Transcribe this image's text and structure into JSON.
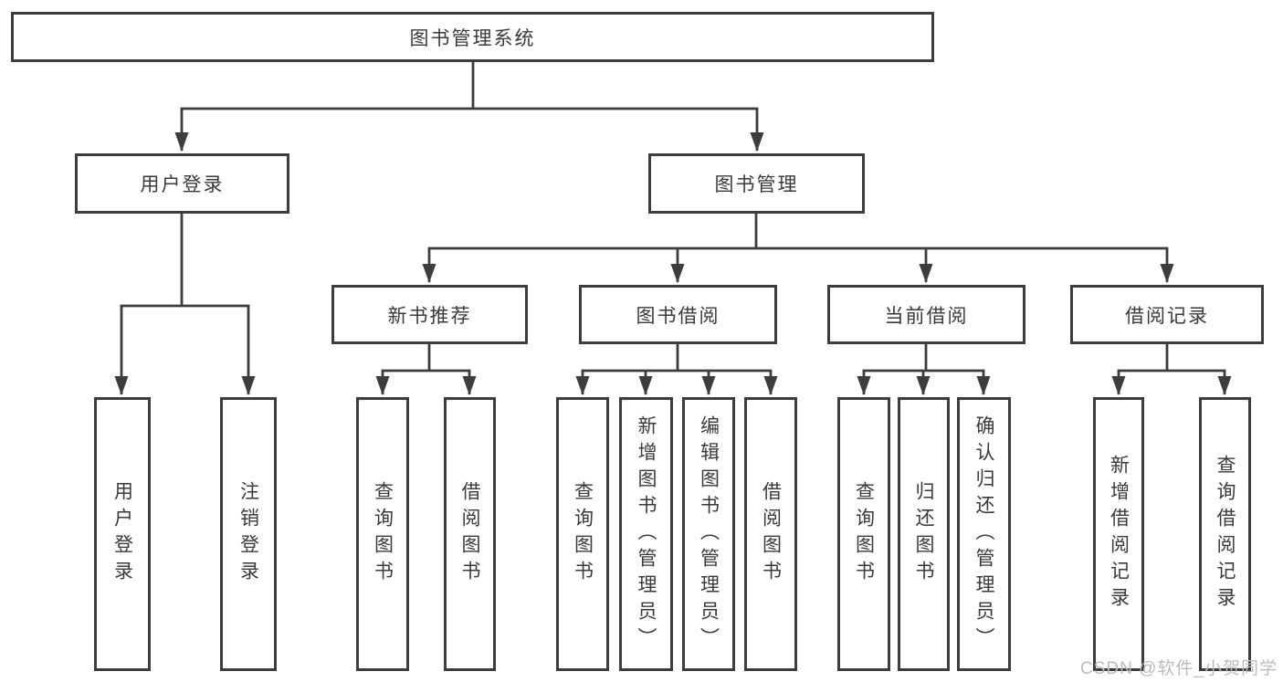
{
  "colors": {
    "line": "#3d3d3d",
    "border": "#3d3d3d",
    "text": "#3a3a3a",
    "watermark": "#bcbcbc",
    "background": "#ffffff"
  },
  "tree": {
    "root": "图书管理系统",
    "user_login": {
      "label": "用户登录",
      "children": [
        "用户登录",
        "注销登录"
      ]
    },
    "book_management": {
      "label": "图书管理",
      "modules": [
        {
          "label": "新书推荐",
          "children": [
            "查询图书",
            "借阅图书"
          ]
        },
        {
          "label": "图书借阅",
          "children": [
            "查询图书",
            "新增图书（管理员）",
            "编辑图书（管理员）",
            "借阅图书"
          ]
        },
        {
          "label": "当前借阅",
          "children": [
            "查询图书",
            "归还图书",
            "确认归还（管理员）"
          ]
        },
        {
          "label": "借阅记录",
          "children": [
            "新增借阅记录",
            "查询借阅记录"
          ]
        }
      ]
    }
  },
  "watermark": "CSDN @软件_小贺同学"
}
